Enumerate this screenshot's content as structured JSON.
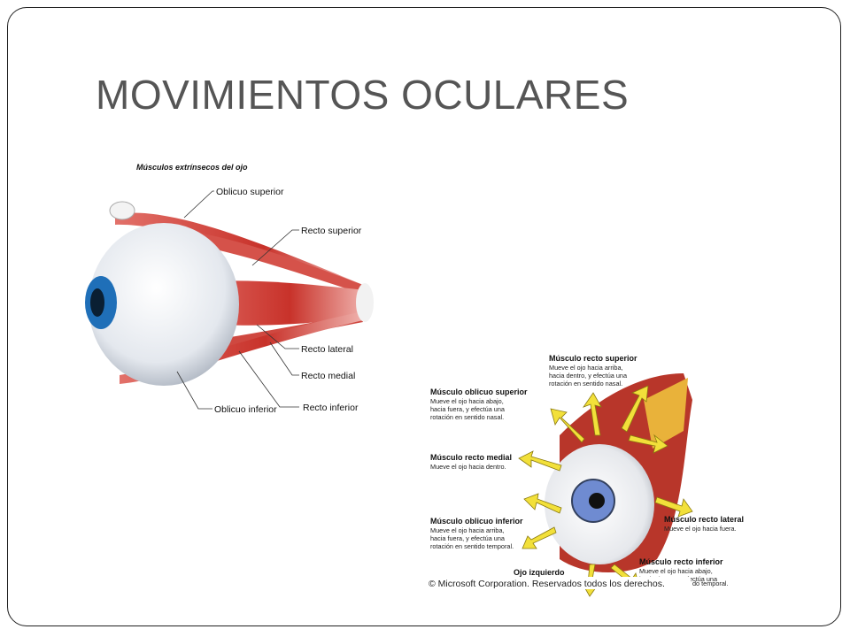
{
  "slide": {
    "title": "MOVIMIENTOS OCULARES"
  },
  "figure1": {
    "heading": "Músculos extrínsecos del ojo",
    "labels": {
      "oblicuo_superior": "Oblicuo superior",
      "recto_superior": "Recto superior",
      "recto_lateral": "Recto lateral",
      "recto_medial": "Recto medial",
      "recto_inferior": "Recto inferior",
      "oblicuo_inferior": "Oblicuo inferior"
    }
  },
  "figure2": {
    "recto_superior": {
      "title": "Músculo recto superior",
      "l1": "Mueve el ojo hacia arriba,",
      "l2": "hacia dentro, y efectúa una",
      "l3": "rotación en sentido nasal."
    },
    "oblicuo_superior": {
      "title": "Músculo oblicuo superior",
      "l1": "Mueve el ojo hacia abajo,",
      "l2": "hacia fuera, y efectúa una",
      "l3": "rotación en sentido nasal."
    },
    "recto_medial": {
      "title": "Músculo recto medial",
      "l1": "Mueve el ojo hacia dentro."
    },
    "oblicuo_inferior": {
      "title": "Músculo oblicuo inferior",
      "l1": "Mueve el ojo hacia arriba,",
      "l2": "hacia fuera, y efectúa una",
      "l3": "rotación en sentido temporal."
    },
    "recto_lateral": {
      "title": "Músculo recto lateral",
      "l1": "Mueve el ojo hacia fuera."
    },
    "recto_inferior": {
      "title": "Músculo recto inferior",
      "l1": "Mueve el ojo hacia abajo,",
      "l2": "hacia dentro, y efectúa una",
      "l3": "do temporal."
    },
    "eye_label": "Ojo izquierdo",
    "copyright": "© Microsoft Corporation. Reservados todos los derechos."
  },
  "colors": {
    "muscle": "#c8322a",
    "iris": "#1f6fb8",
    "arrow": "#f2e03a",
    "title": "#555555"
  }
}
